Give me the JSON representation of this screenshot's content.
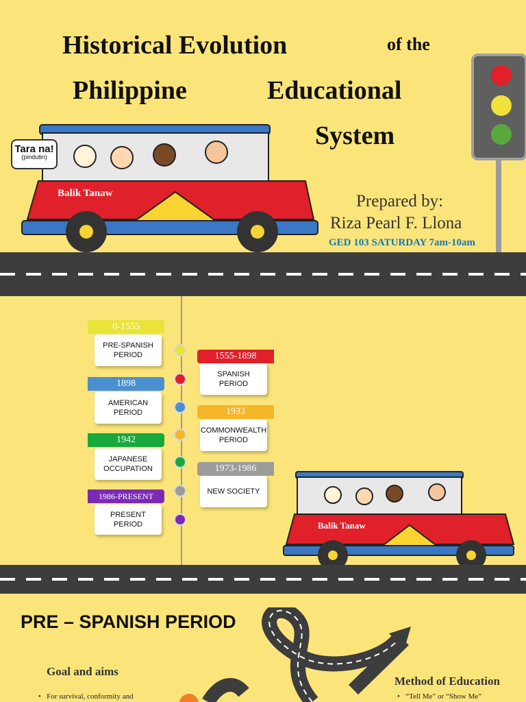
{
  "title_slide": {
    "title_line1": "Historical Evolution",
    "title_ofthe": "of the",
    "title_line2a": "Philippine",
    "title_line2b": "Educational",
    "title_line3": "System",
    "bubble_main": "Tara na!",
    "bubble_sub": "(pindutin)",
    "jeep_label": "Balik Tanaw",
    "prepared_by": "Prepared by:",
    "author": "Riza Pearl F. Llona",
    "course": "GED 103 SATURDAY 7am-10am"
  },
  "timeline": {
    "jeep_label": "Balik Tanaw",
    "items": [
      {
        "years": "0-1555",
        "label": "PRE-SPANISH PERIOD",
        "color": "#e9e43a"
      },
      {
        "years": "1555-1898",
        "label": "SPANISH PERIOD",
        "color": "#e0202a"
      },
      {
        "years": "1898",
        "label": "AMERICAN PERIOD",
        "color": "#4a8fd0"
      },
      {
        "years": "1933",
        "label": "COMMONWEALTH PERIOD",
        "color": "#f7b52a"
      },
      {
        "years": "1942",
        "label": "JAPANESE OCCUPATION",
        "color": "#19a83b"
      },
      {
        "years": "1973-1986",
        "label": "NEW SOCIETY",
        "color": "#9b9b9b"
      },
      {
        "years": "1986-PRESENT",
        "label": "PRESENT PERIOD",
        "color": "#7b2bb3"
      }
    ]
  },
  "pre_spanish": {
    "heading": "PRE – SPANISH PERIOD",
    "goal_heading": "Goal and aims",
    "goal_bullet": "For survival, conformity and",
    "method_heading": "Method of Education",
    "method_bullet": "“Tell Me” or “Show Me”"
  }
}
